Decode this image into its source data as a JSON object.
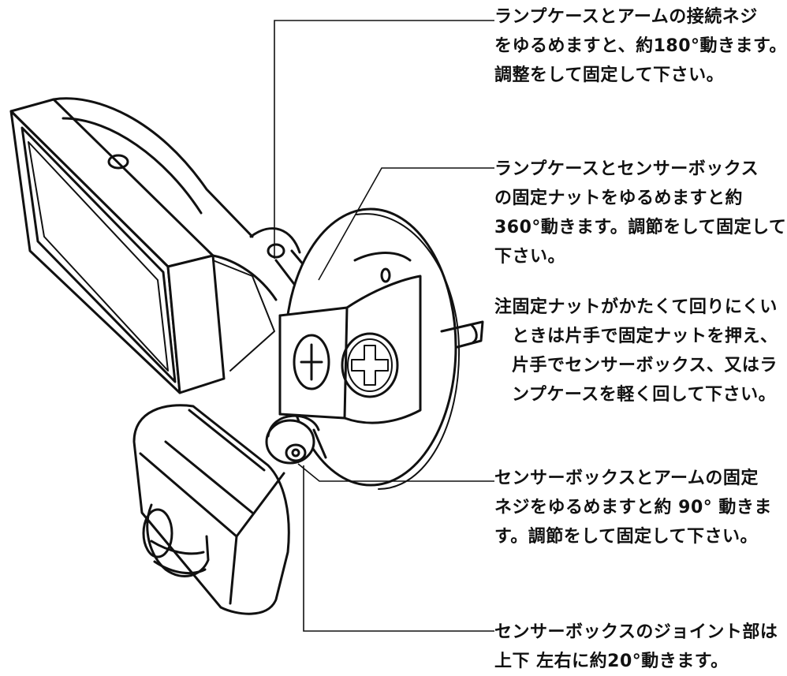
{
  "callouts": [
    {
      "id": "lamp-arm-screw",
      "lines": [
        "ランプケースとアームの接続ネジ",
        "をゆるめますと、約180°動きます。",
        "調整をして固定して下さい。"
      ]
    },
    {
      "id": "lamp-sensor-nut",
      "lines": [
        "ランプケースとセンサーボックス",
        "の固定ナットをゆるめますと約",
        "360°動きます。調節をして固定して",
        "下さい。"
      ]
    },
    {
      "id": "note",
      "lines": [
        "注固定ナットがかたくて回りにくい",
        "ときは片手で固定ナットを押え、",
        "片手でセンサーボックス、又はラ",
        "ンプケースを軽く回して下さい。"
      ]
    },
    {
      "id": "sensor-arm-screw",
      "lines": [
        "センサーボックスとアームの固定",
        "ネジをゆるめますと約 90° 動きま",
        "す。調節をして固定して下さい。"
      ]
    },
    {
      "id": "sensor-joint",
      "lines": [
        "センサーボックスのジョイント部は",
        "上下 左右に約20°動きます。"
      ]
    }
  ]
}
